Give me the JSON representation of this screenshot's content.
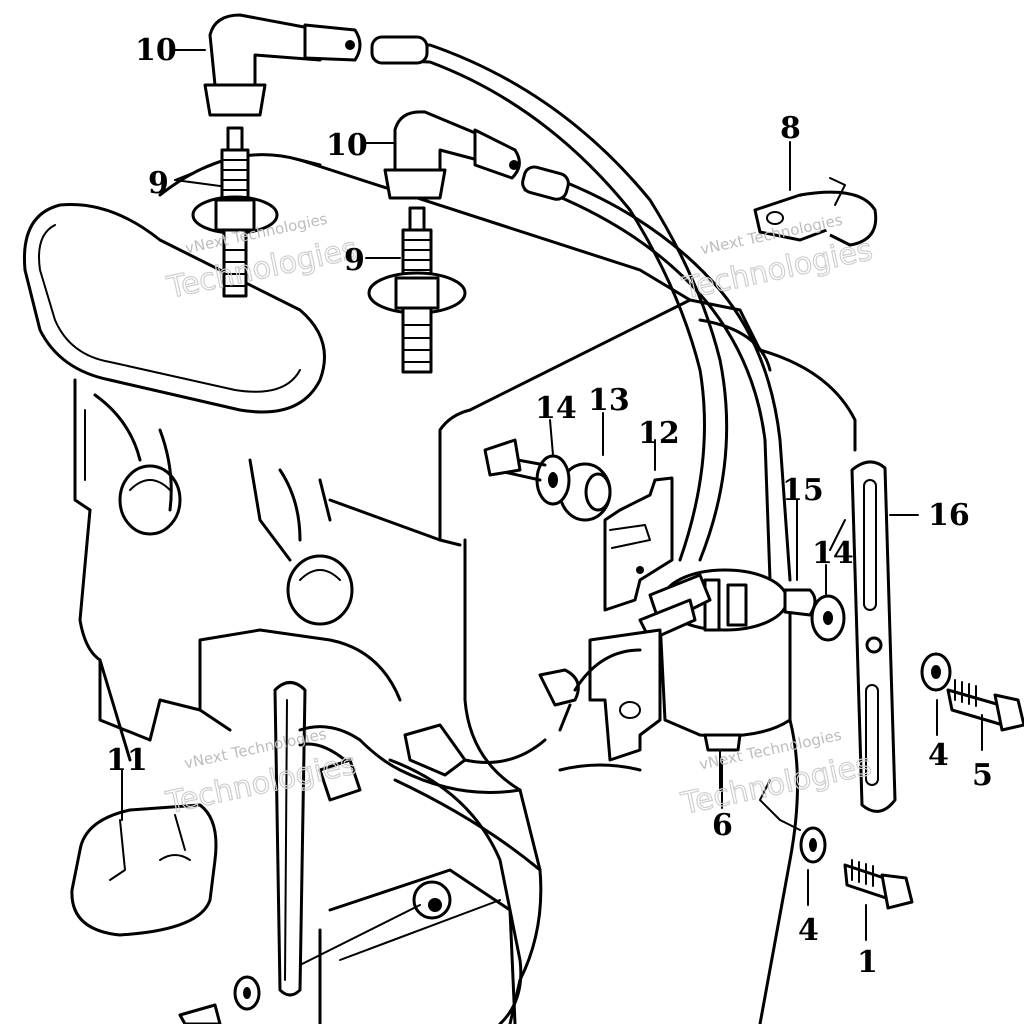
{
  "diagram": {
    "callouts": [
      "10",
      "10",
      "9",
      "9",
      "8",
      "14",
      "13",
      "12",
      "15",
      "14",
      "16",
      "4",
      "5",
      "6",
      "4",
      "1",
      "11"
    ],
    "watermark": {
      "line1": "vNext Technologies",
      "line2": "Technologies"
    }
  }
}
